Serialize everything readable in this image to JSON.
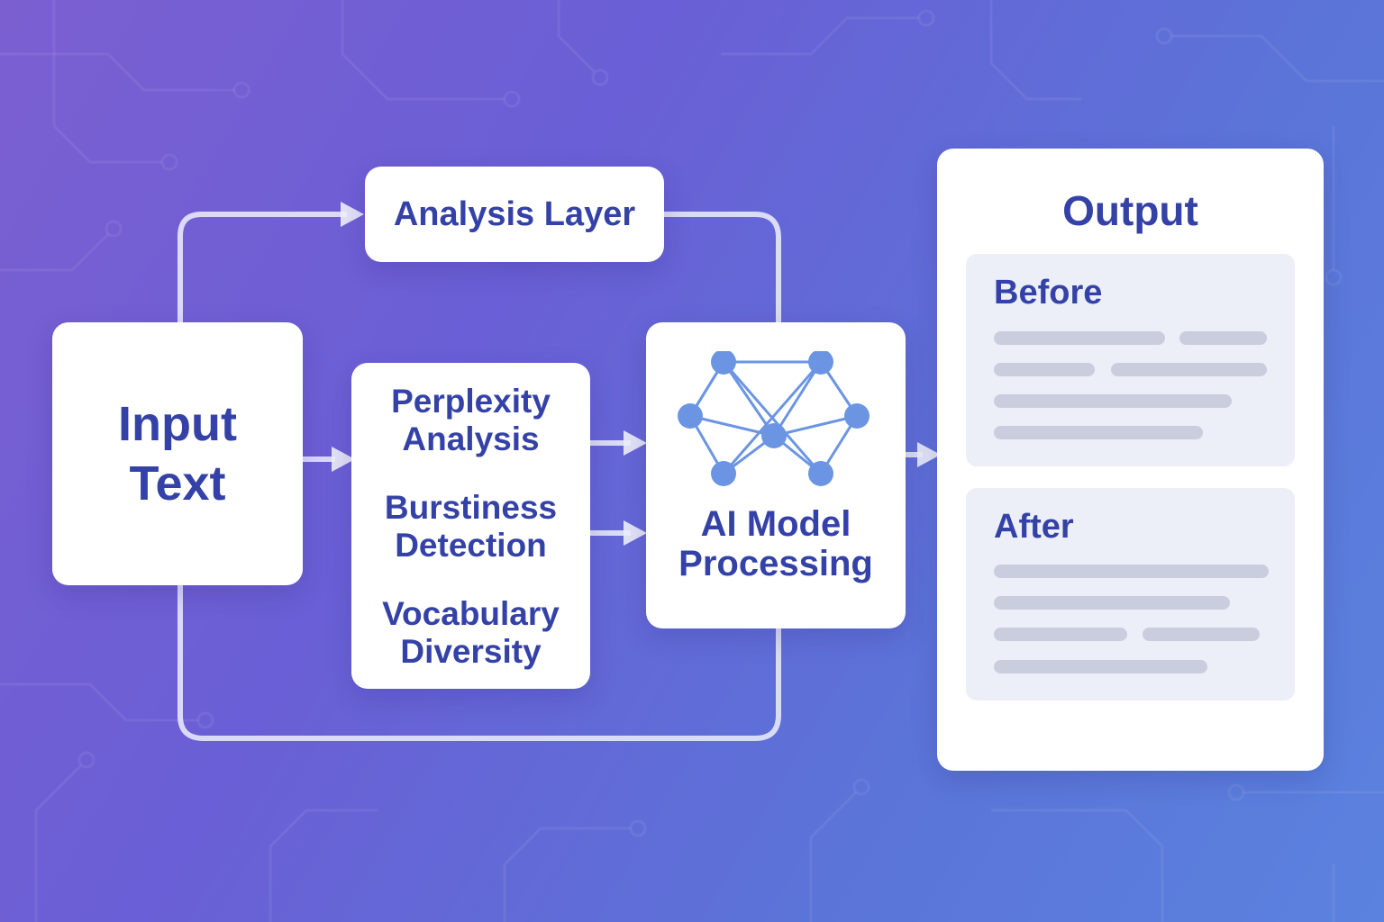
{
  "colors": {
    "accent": "#3442a8",
    "card": "#ffffff",
    "panel": "#eceef8",
    "placeholder_line": "#c9cddd",
    "network": "#6b95e3"
  },
  "input": {
    "label": "Input Text"
  },
  "analysis_layer": {
    "label": "Analysis Layer"
  },
  "metrics": [
    {
      "label": "Perplexity Analysis"
    },
    {
      "label": "Burstiness Detection"
    },
    {
      "label": "Vocabulary Diversity"
    }
  ],
  "model": {
    "label": "AI Model Processing",
    "icon": "neural-network-icon"
  },
  "output": {
    "title": "Output",
    "before": {
      "title": "Before"
    },
    "after": {
      "title": "After"
    }
  }
}
